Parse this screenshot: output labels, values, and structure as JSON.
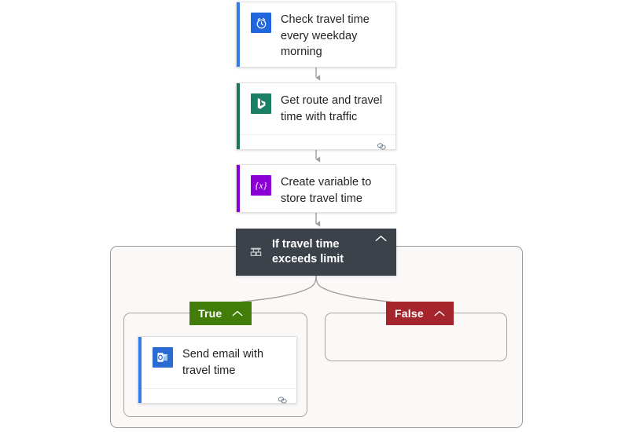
{
  "diagram": {
    "type": "workflow-flowchart",
    "tool": "power-automate-flow-designer",
    "background_color": "#ffffff",
    "scope_background_color": "#faf9f8"
  },
  "nodes": [
    {
      "id": "trigger",
      "title": "Check travel time every weekday morning",
      "icon": "alarm-clock-icon",
      "icon_background": "#2266dd",
      "accent_color": "#2f7eea",
      "has_footer": false,
      "kind": "trigger"
    },
    {
      "id": "bing-maps",
      "title": "Get route and travel time with traffic",
      "icon": "bing-maps-icon",
      "icon_background": "#1a7f64",
      "accent_color": "#17795f",
      "has_footer": true,
      "footer_icon": "comment-link-icon",
      "kind": "action"
    },
    {
      "id": "variable",
      "title": "Create variable to store travel time",
      "icon": "variable-braces-icon",
      "icon_background": "#8a00d4",
      "accent_color": "#8a00d4",
      "has_footer": false,
      "kind": "action"
    },
    {
      "id": "condition",
      "title": "If travel time exceeds limit",
      "icon": "condition-branch-icon",
      "background": "#3b4249",
      "text_color": "#ffffff",
      "collapse_icon": "chevron-up-icon",
      "kind": "condition"
    },
    {
      "id": "send-email",
      "title": "Send email with travel time",
      "icon": "outlook-icon",
      "icon_background": "#2b6cd4",
      "accent_color": "#2f7eea",
      "has_footer": true,
      "footer_icon": "comment-link-icon",
      "kind": "action",
      "branch": "true"
    }
  ],
  "branches": [
    {
      "id": "true",
      "label": "True",
      "color": "#427d09",
      "collapse_icon": "chevron-up-icon",
      "empty": false
    },
    {
      "id": "false",
      "label": "False",
      "color": "#a4262c",
      "collapse_icon": "chevron-up-icon",
      "empty": true
    }
  ],
  "connectors": {
    "color": "#a19f9d",
    "style": "arrow-down",
    "branch_style": "curved-split"
  }
}
